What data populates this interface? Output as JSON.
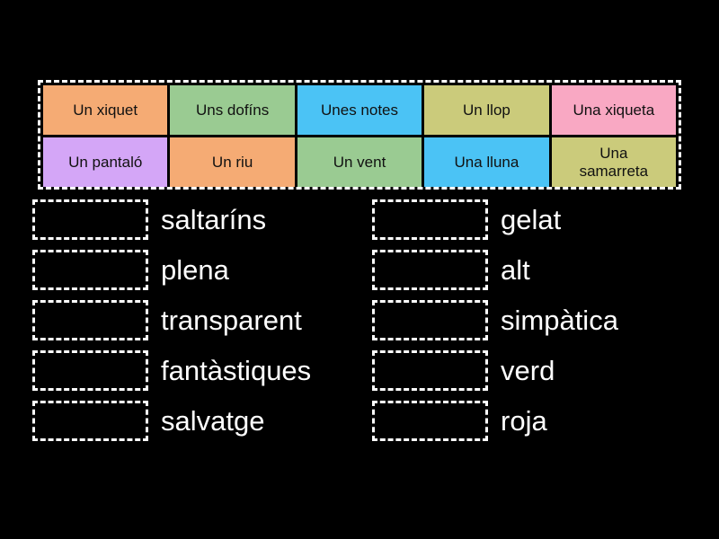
{
  "background_color": "#000000",
  "word_bank": {
    "name": "word-bank",
    "border_color": "#ffffff",
    "rows": [
      [
        {
          "label": "Un xiquet",
          "color": "#f5ab74"
        },
        {
          "label": "Uns dofíns",
          "color": "#9acb92"
        },
        {
          "label": "Unes notes",
          "color": "#4bc3f5"
        },
        {
          "label": "Un llop",
          "color": "#cbcb7b"
        },
        {
          "label": "Una xiqueta",
          "color": "#f9a8c3"
        }
      ],
      [
        {
          "label": "Un pantaló",
          "color": "#d4a6f7"
        },
        {
          "label": "Un riu",
          "color": "#f5ab74"
        },
        {
          "label": "Un vent",
          "color": "#9acb92"
        },
        {
          "label": "Una lluna",
          "color": "#4bc3f5"
        },
        {
          "label": "Una\nsamarreta",
          "color": "#cbcb7b"
        }
      ]
    ]
  },
  "answers": {
    "text_color": "#ffffff",
    "left_column": [
      {
        "word": "saltaríns"
      },
      {
        "word": "plena"
      },
      {
        "word": "transparent"
      },
      {
        "word": "fantàstiques"
      },
      {
        "word": "salvatge"
      }
    ],
    "right_column": [
      {
        "word": "gelat"
      },
      {
        "word": "alt"
      },
      {
        "word": "simpàtica"
      },
      {
        "word": "verd"
      },
      {
        "word": "roja"
      }
    ]
  }
}
